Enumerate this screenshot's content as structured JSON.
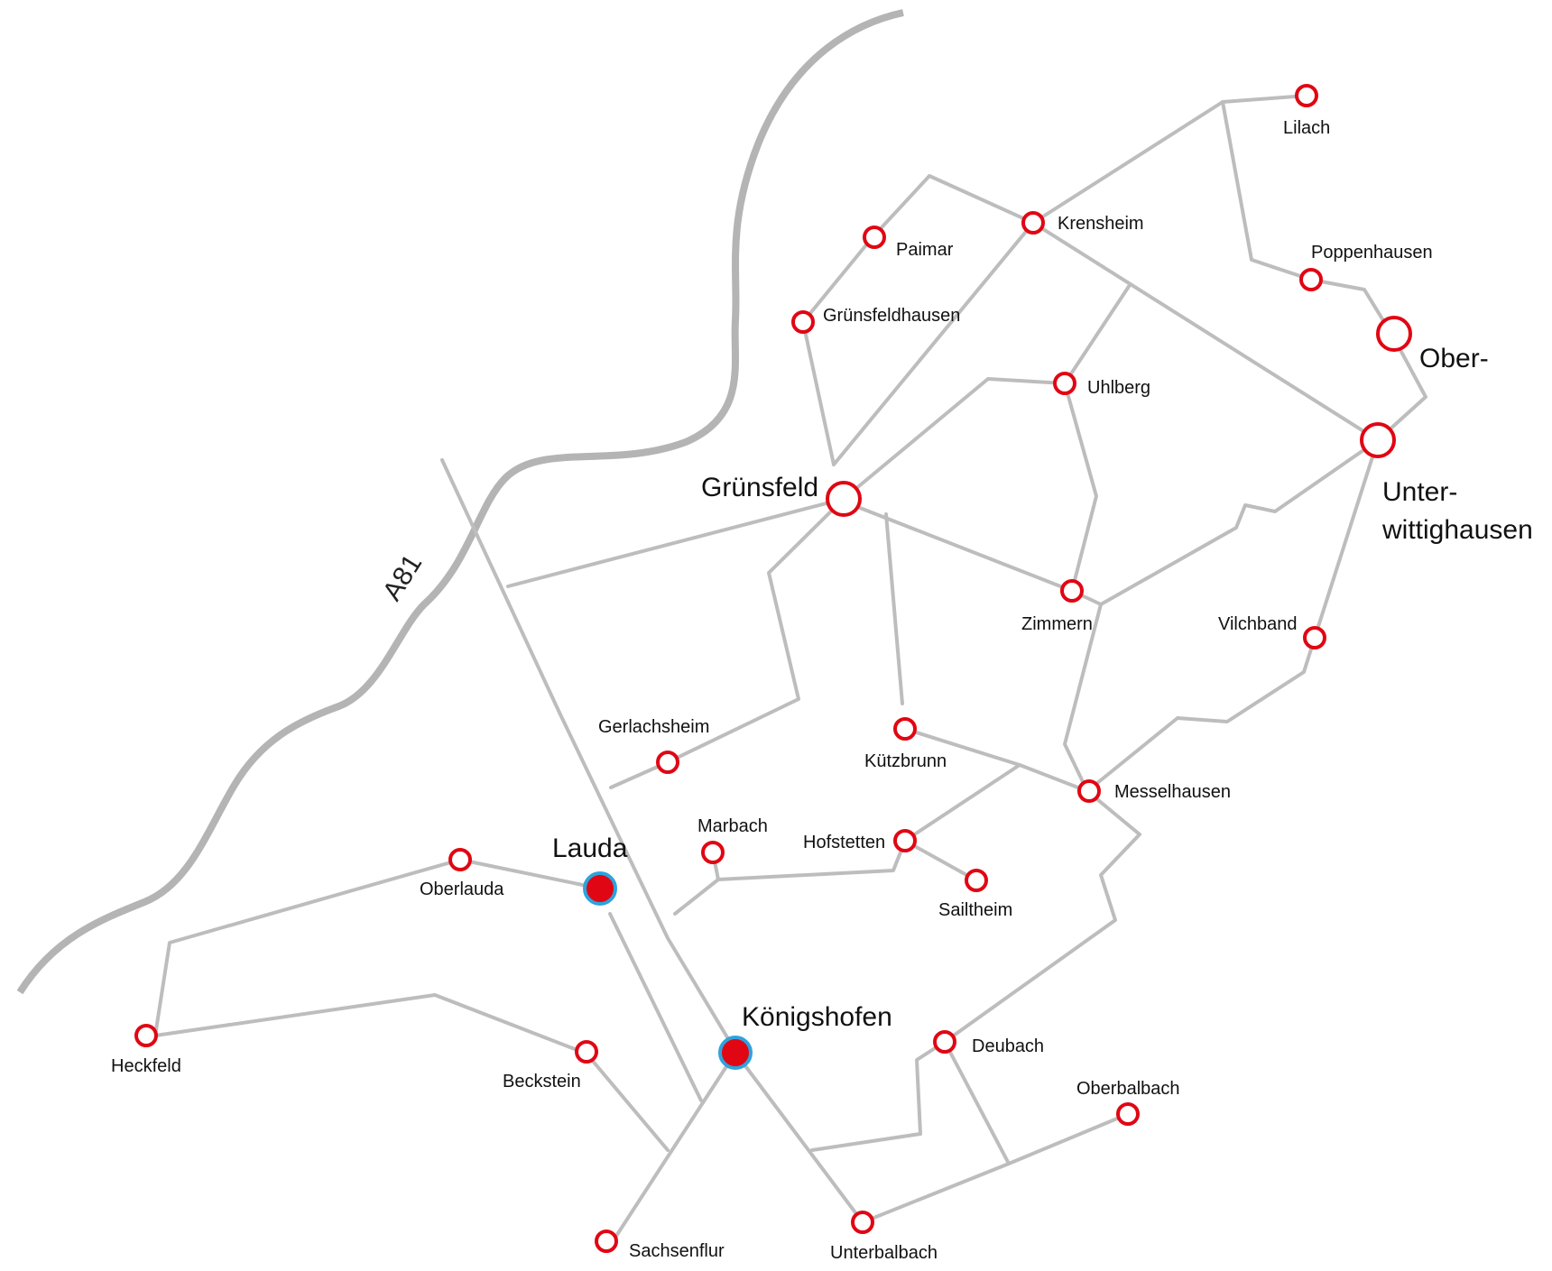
{
  "map": {
    "highway": {
      "label": "A81",
      "color": "#b4b4b4"
    },
    "road_color": "#bdbdbd",
    "marker_color": "#e10613",
    "major_marker_ring": "#2ea3dd",
    "places": [
      {
        "id": "lauda",
        "label": "Lauda",
        "rank": "major"
      },
      {
        "id": "koenigshofen",
        "label": "Königshofen",
        "rank": "major"
      },
      {
        "id": "gruensfeld",
        "label": "Grünsfeld",
        "rank": "town"
      },
      {
        "id": "ober-unterwittighausen-top",
        "label": "Ober-",
        "rank": "town"
      },
      {
        "id": "ober-unterwittighausen-bottom",
        "label": "Unter-",
        "rank": "town"
      },
      {
        "id": "wittighausen-suffix",
        "label": "wittighausen",
        "rank": "town"
      },
      {
        "id": "lilach",
        "label": "Lilach",
        "rank": "village"
      },
      {
        "id": "poppenhausen",
        "label": "Poppenhausen",
        "rank": "village"
      },
      {
        "id": "krensheim",
        "label": "Krensheim",
        "rank": "village"
      },
      {
        "id": "paimar",
        "label": "Paimar",
        "rank": "village"
      },
      {
        "id": "gruensfeldhausen",
        "label": "Grünsfeldhausen",
        "rank": "village"
      },
      {
        "id": "uhlberg",
        "label": "Uhlberg",
        "rank": "village"
      },
      {
        "id": "zimmern",
        "label": "Zimmern",
        "rank": "village"
      },
      {
        "id": "vilchband",
        "label": "Vilchband",
        "rank": "village"
      },
      {
        "id": "kuetzbrunn",
        "label": "Kützbrunn",
        "rank": "village"
      },
      {
        "id": "messelhausen",
        "label": "Messelhausen",
        "rank": "village"
      },
      {
        "id": "gerlachsheim",
        "label": "Gerlachsheim",
        "rank": "village"
      },
      {
        "id": "marbach",
        "label": "Marbach",
        "rank": "village"
      },
      {
        "id": "hofstetten",
        "label": "Hofstetten",
        "rank": "village"
      },
      {
        "id": "sailtheim",
        "label": "Sailtheim",
        "rank": "village"
      },
      {
        "id": "oberlauda",
        "label": "Oberlauda",
        "rank": "village"
      },
      {
        "id": "heckfeld",
        "label": "Heckfeld",
        "rank": "village"
      },
      {
        "id": "beckstein",
        "label": "Beckstein",
        "rank": "village"
      },
      {
        "id": "deubach",
        "label": "Deubach",
        "rank": "village"
      },
      {
        "id": "oberbalbach",
        "label": "Oberbalbach",
        "rank": "village"
      },
      {
        "id": "unterbalbach",
        "label": "Unterbalbach",
        "rank": "village"
      },
      {
        "id": "sachsenflur",
        "label": "Sachsenflur",
        "rank": "village"
      }
    ]
  }
}
